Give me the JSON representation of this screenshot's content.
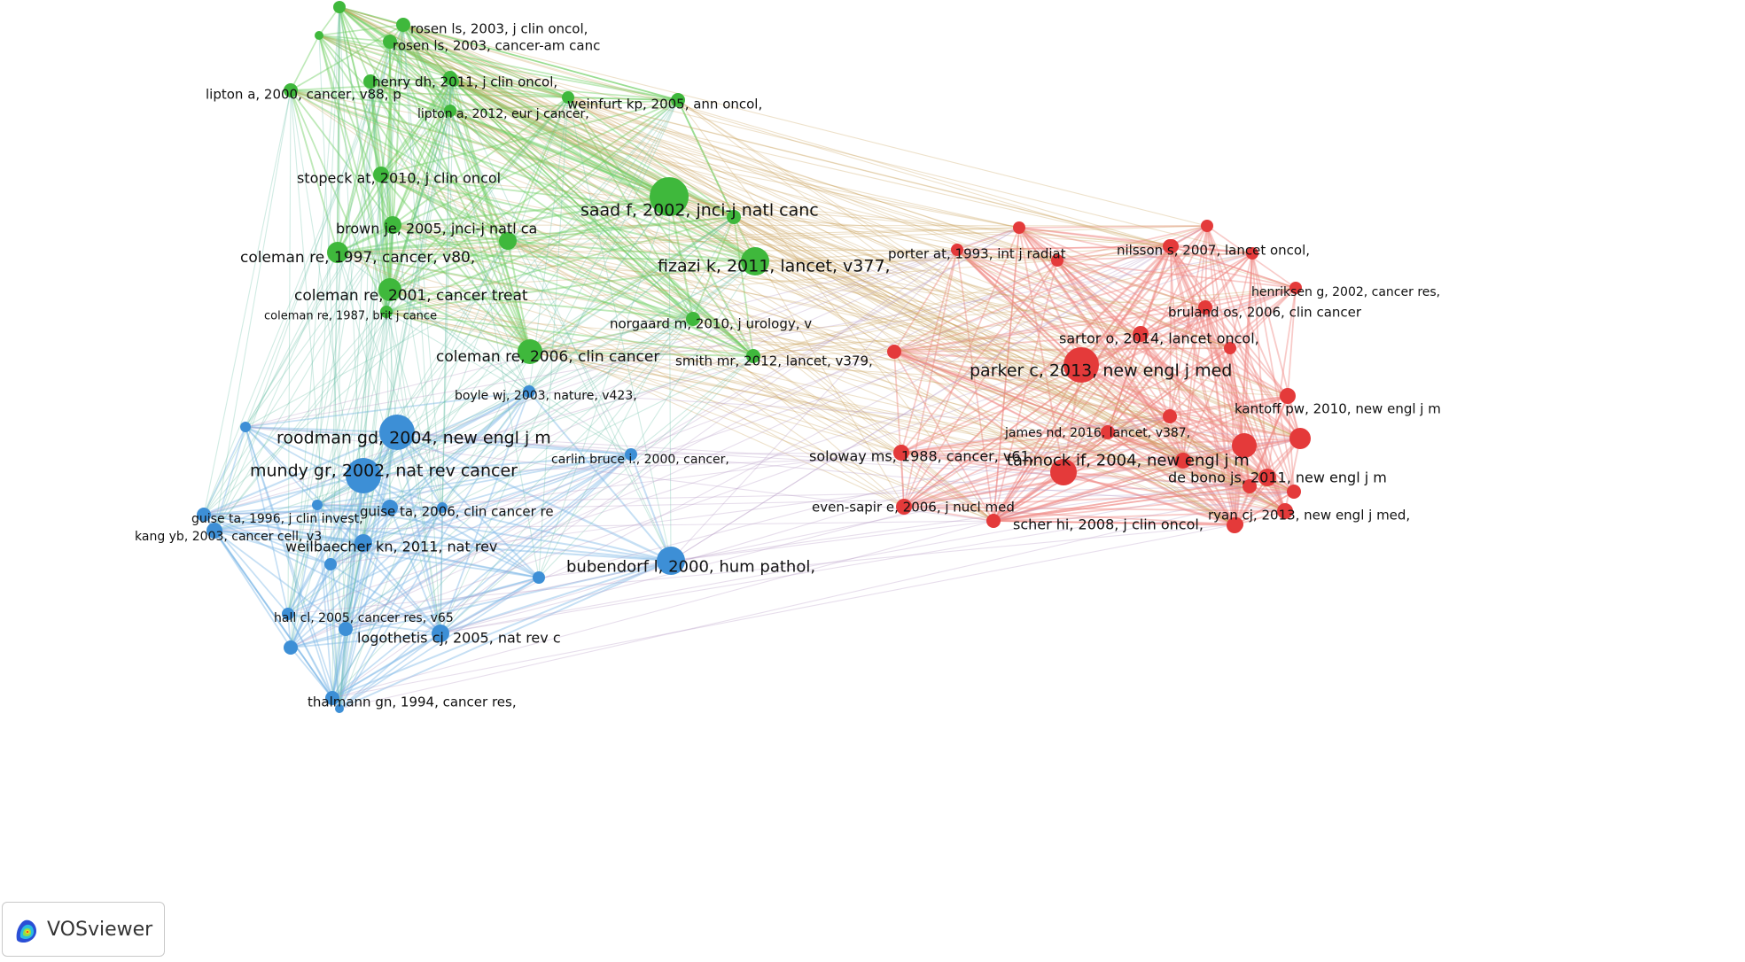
{
  "app": {
    "name": "VOSviewer",
    "logo_icon": "vosviewer-density-icon"
  },
  "colors": {
    "green": "#3fb83c",
    "blue": "#3d8fd6",
    "red": "#e43a3a"
  },
  "clusters": [
    {
      "id": "g",
      "color": "#3fb83c",
      "link": "#6fcf62"
    },
    {
      "id": "b",
      "color": "#3d8fd6",
      "link": "#7fb7e6"
    },
    {
      "id": "r",
      "color": "#e43a3a",
      "link": "#f08a84"
    }
  ],
  "network": {
    "nodes": [
      {
        "id": "rosen03a",
        "label": "rosen ls, 2003, j clin oncol,",
        "cluster": "g",
        "size": 8,
        "font": 15
      },
      {
        "id": "rosen03b",
        "label": "rosen ls, 2003, cancer-am canc",
        "cluster": "g",
        "size": 8,
        "font": 15
      },
      {
        "id": "henry11",
        "label": "henry dh, 2011, j clin oncol,",
        "cluster": "g",
        "size": 8,
        "font": 15
      },
      {
        "id": "lipton00",
        "label": "lipton a, 2000, cancer, v88, p",
        "cluster": "g",
        "size": 8,
        "font": 15
      },
      {
        "id": "lipton12",
        "label": "lipton a, 2012, eur j cancer,",
        "cluster": "g",
        "size": 7,
        "font": 14
      },
      {
        "id": "weinfurt05",
        "label": "weinfurt kp, 2005, ann oncol,",
        "cluster": "g",
        "size": 8,
        "font": 15
      },
      {
        "id": "stopeck10",
        "label": "stopeck at, 2010, j clin oncol",
        "cluster": "g",
        "size": 9,
        "font": 16
      },
      {
        "id": "saad02",
        "label": "saad f, 2002, jnci-j natl canc",
        "cluster": "g",
        "size": 22,
        "font": 19
      },
      {
        "id": "brown05",
        "label": "brown je, 2005, jnci-j natl ca",
        "cluster": "g",
        "size": 10,
        "font": 16
      },
      {
        "id": "coleman97",
        "label": "coleman re, 1997, cancer, v80,",
        "cluster": "g",
        "size": 12,
        "font": 17
      },
      {
        "id": "fizazi11",
        "label": "fizazi k, 2011, lancet, v377,",
        "cluster": "g",
        "size": 16,
        "font": 19
      },
      {
        "id": "coleman01",
        "label": "coleman re, 2001, cancer treat",
        "cluster": "g",
        "size": 13,
        "font": 17
      },
      {
        "id": "coleman87",
        "label": "coleman re, 1987, brit j cance",
        "cluster": "g",
        "size": 7,
        "font": 13
      },
      {
        "id": "norgaard10",
        "label": "norgaard m, 2010, j urology, v",
        "cluster": "g",
        "size": 8,
        "font": 15
      },
      {
        "id": "coleman06",
        "label": "coleman re, 2006, clin cancer",
        "cluster": "g",
        "size": 14,
        "font": 17
      },
      {
        "id": "smith12",
        "label": "smith mr, 2012, lancet, v379,",
        "cluster": "g",
        "size": 8,
        "font": 15
      },
      {
        "id": "boyle03",
        "label": "boyle wj, 2003, nature, v423,",
        "cluster": "b",
        "size": 7,
        "font": 14
      },
      {
        "id": "roodman04",
        "label": "roodman gd, 2004, new engl j m",
        "cluster": "b",
        "size": 20,
        "font": 19
      },
      {
        "id": "mundy02",
        "label": "mundy gr, 2002, nat rev cancer",
        "cluster": "b",
        "size": 20,
        "font": 19
      },
      {
        "id": "carlin00",
        "label": "carlin bruce i., 2000, cancer,",
        "cluster": "b",
        "size": 7,
        "font": 14
      },
      {
        "id": "guise96",
        "label": "guise ta, 1996, j clin invest,",
        "cluster": "b",
        "size": 8,
        "font": 14
      },
      {
        "id": "guise06",
        "label": "guise ta, 2006, clin cancer re",
        "cluster": "b",
        "size": 9,
        "font": 15
      },
      {
        "id": "kang03",
        "label": "kang yb, 2003, cancer cell, v3",
        "cluster": "b",
        "size": 9,
        "font": 14
      },
      {
        "id": "weilbaecher11",
        "label": "weilbaecher kn, 2011, nat rev",
        "cluster": "b",
        "size": 10,
        "font": 16
      },
      {
        "id": "bubendorf00",
        "label": "bubendorf l, 2000, hum pathol,",
        "cluster": "b",
        "size": 16,
        "font": 18
      },
      {
        "id": "hall05",
        "label": "hall cl, 2005, cancer res, v65",
        "cluster": "b",
        "size": 7,
        "font": 14
      },
      {
        "id": "logothetis05",
        "label": "logothetis cj, 2005, nat rev c",
        "cluster": "b",
        "size": 10,
        "font": 16
      },
      {
        "id": "thalmann94",
        "label": "thalmann gn, 1994, cancer res,",
        "cluster": "b",
        "size": 8,
        "font": 15
      },
      {
        "id": "porter93",
        "label": "porter at, 1993, int j radiat",
        "cluster": "r",
        "size": 7,
        "font": 15
      },
      {
        "id": "nilsson07",
        "label": "nilsson s, 2007, lancet oncol,",
        "cluster": "r",
        "size": 8,
        "font": 15
      },
      {
        "id": "henriksen02",
        "label": "henriksen g, 2002, cancer res,",
        "cluster": "r",
        "size": 7,
        "font": 14
      },
      {
        "id": "bruland06",
        "label": "bruland os, 2006, clin cancer",
        "cluster": "r",
        "size": 8,
        "font": 15
      },
      {
        "id": "sartor14",
        "label": "sartor o, 2014, lancet oncol,",
        "cluster": "r",
        "size": 9,
        "font": 16
      },
      {
        "id": "parker13",
        "label": "parker c, 2013, new engl j med",
        "cluster": "r",
        "size": 20,
        "font": 19
      },
      {
        "id": "kantoff10",
        "label": "kantoff pw, 2010, new engl j m",
        "cluster": "r",
        "size": 12,
        "font": 15
      },
      {
        "id": "james16",
        "label": "james nd, 2016, lancet, v387,",
        "cluster": "r",
        "size": 8,
        "font": 14
      },
      {
        "id": "soloway88",
        "label": "soloway ms, 1988, cancer, v61,",
        "cluster": "r",
        "size": 9,
        "font": 16
      },
      {
        "id": "tannock04",
        "label": "tannock if, 2004, new engl j m",
        "cluster": "r",
        "size": 15,
        "font": 18
      },
      {
        "id": "debono11",
        "label": "de bono js, 2011, new engl j m",
        "cluster": "r",
        "size": 10,
        "font": 16
      },
      {
        "id": "evensapir06",
        "label": "even-sapir e, 2006, j nucl med",
        "cluster": "r",
        "size": 9,
        "font": 15
      },
      {
        "id": "scher08",
        "label": "scher hi, 2008, j clin oncol,",
        "cluster": "r",
        "size": 8,
        "font": 16
      },
      {
        "id": "ryan13",
        "label": "ryan cj, 2013, new engl j med,",
        "cluster": "r",
        "size": 9,
        "font": 15
      }
    ]
  }
}
